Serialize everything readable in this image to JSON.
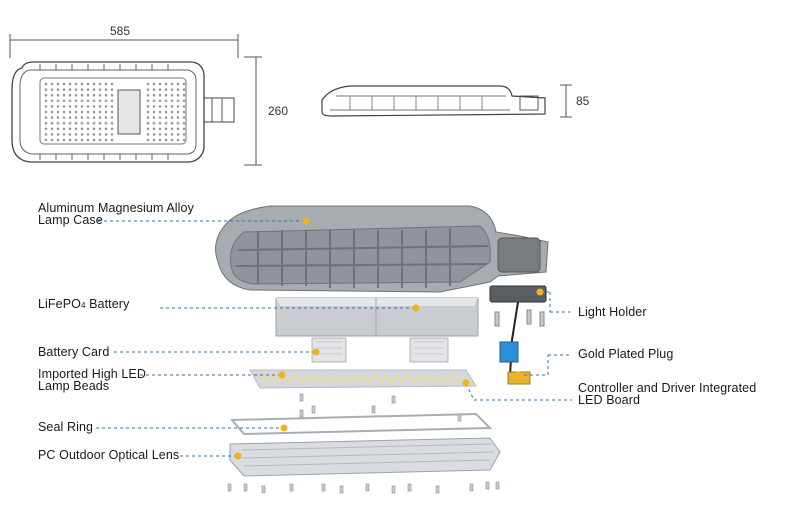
{
  "dimensions": {
    "length": "585",
    "width": "260",
    "height": "85"
  },
  "labels": {
    "lamp_case_line1": "Aluminum Magnesium Alloy",
    "lamp_case_line2": "Lamp Case",
    "battery_main": "LiFePO",
    "battery_sub": "4",
    "battery_tail": " Battery",
    "battery_card": "Battery Card",
    "led_beads_line1": "Imported High LED",
    "led_beads_line2": "Lamp Beads",
    "seal_ring": "Seal Ring",
    "optical_lens": "PC Outdoor Optical Lens",
    "light_holder": "Light Holder",
    "gold_plug": "Gold Plated Plug",
    "controller_line1": "Controller and Driver Integrated",
    "controller_line2": "LED Board"
  },
  "colors": {
    "callout_dot": "#f2b21c",
    "leader_line": "#2a6fb5",
    "housing": "#9ea3a8",
    "housing_dark": "#6e7378",
    "lens": "#d9dde2"
  }
}
